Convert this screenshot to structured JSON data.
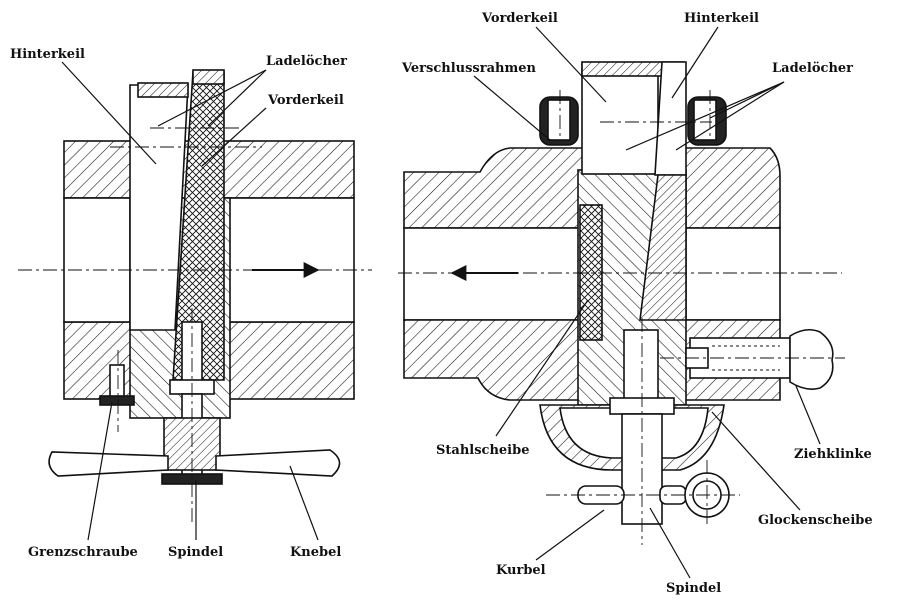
{
  "left": {
    "labels": {
      "hinterkeil": "Hinterkeil",
      "ladeloecher": "Ladelöcher",
      "vorderkeil": "Vorderkeil",
      "grenzschraube": "Grenzschraube",
      "spindel": "Spindel",
      "knebel": "Knebel"
    }
  },
  "right": {
    "labels": {
      "vorderkeil": "Vorderkeil",
      "hinterkeil": "Hinterkeil",
      "verschlussrahmen": "Verschlussrahmen",
      "ladeloecher": "Ladelöcher",
      "stahlscheibe": "Stahlscheibe",
      "ziehklinke": "Ziehklinke",
      "glockenscheibe": "Glockenscheibe",
      "kurbel": "Kurbel",
      "spindel": "Spindel"
    }
  }
}
